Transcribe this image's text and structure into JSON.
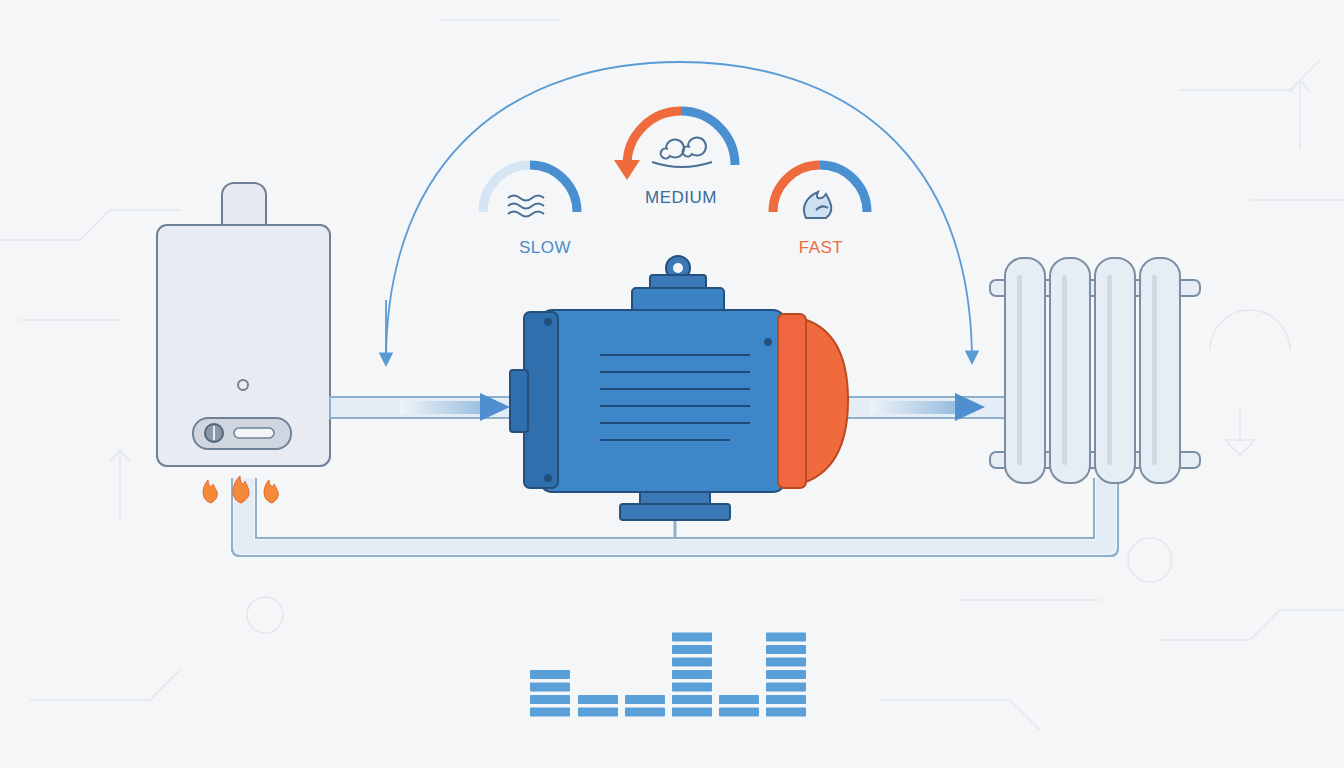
{
  "diagram": {
    "labels": [
      "SLOW",
      "MEDIUM",
      "FAST"
    ]
  }
}
